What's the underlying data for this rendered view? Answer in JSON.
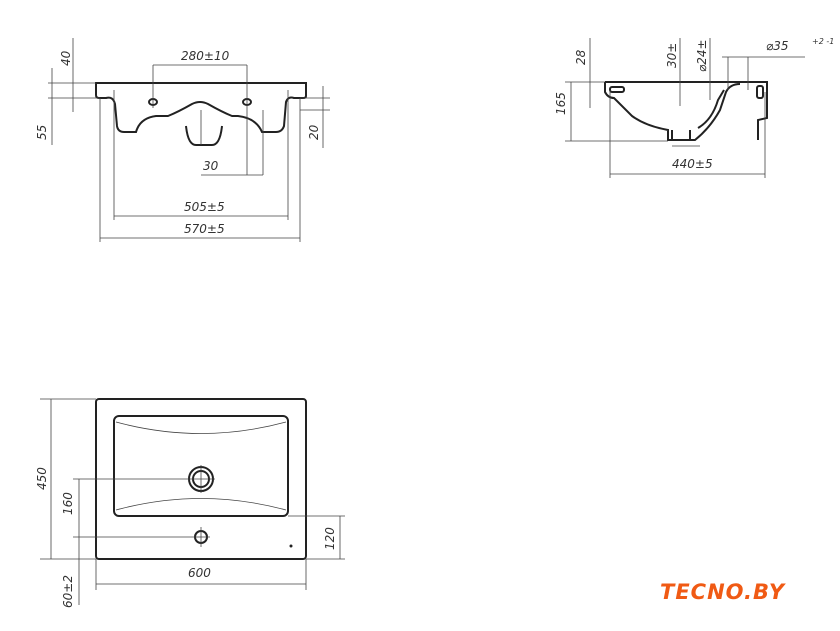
{
  "front_view": {
    "dims": {
      "width_top": "570±5",
      "width_bottom": "505±5",
      "tap_holes": "280±10",
      "offset": "30",
      "height_40": "40",
      "height_55": "55",
      "height_20": "20"
    }
  },
  "side_view": {
    "dims": {
      "depth": "440±5",
      "height": "165",
      "rim": "28",
      "d30": "30±",
      "d24": "⌀24±",
      "d35": "⌀35",
      "d35_tol": "+2 -1"
    }
  },
  "plan_view": {
    "dims": {
      "width": "600",
      "depth": "450",
      "drain": "160",
      "tap": "120",
      "offset": "60±2"
    }
  },
  "logo": {
    "text": "TECNO.BY",
    "color": "#f05a14"
  }
}
